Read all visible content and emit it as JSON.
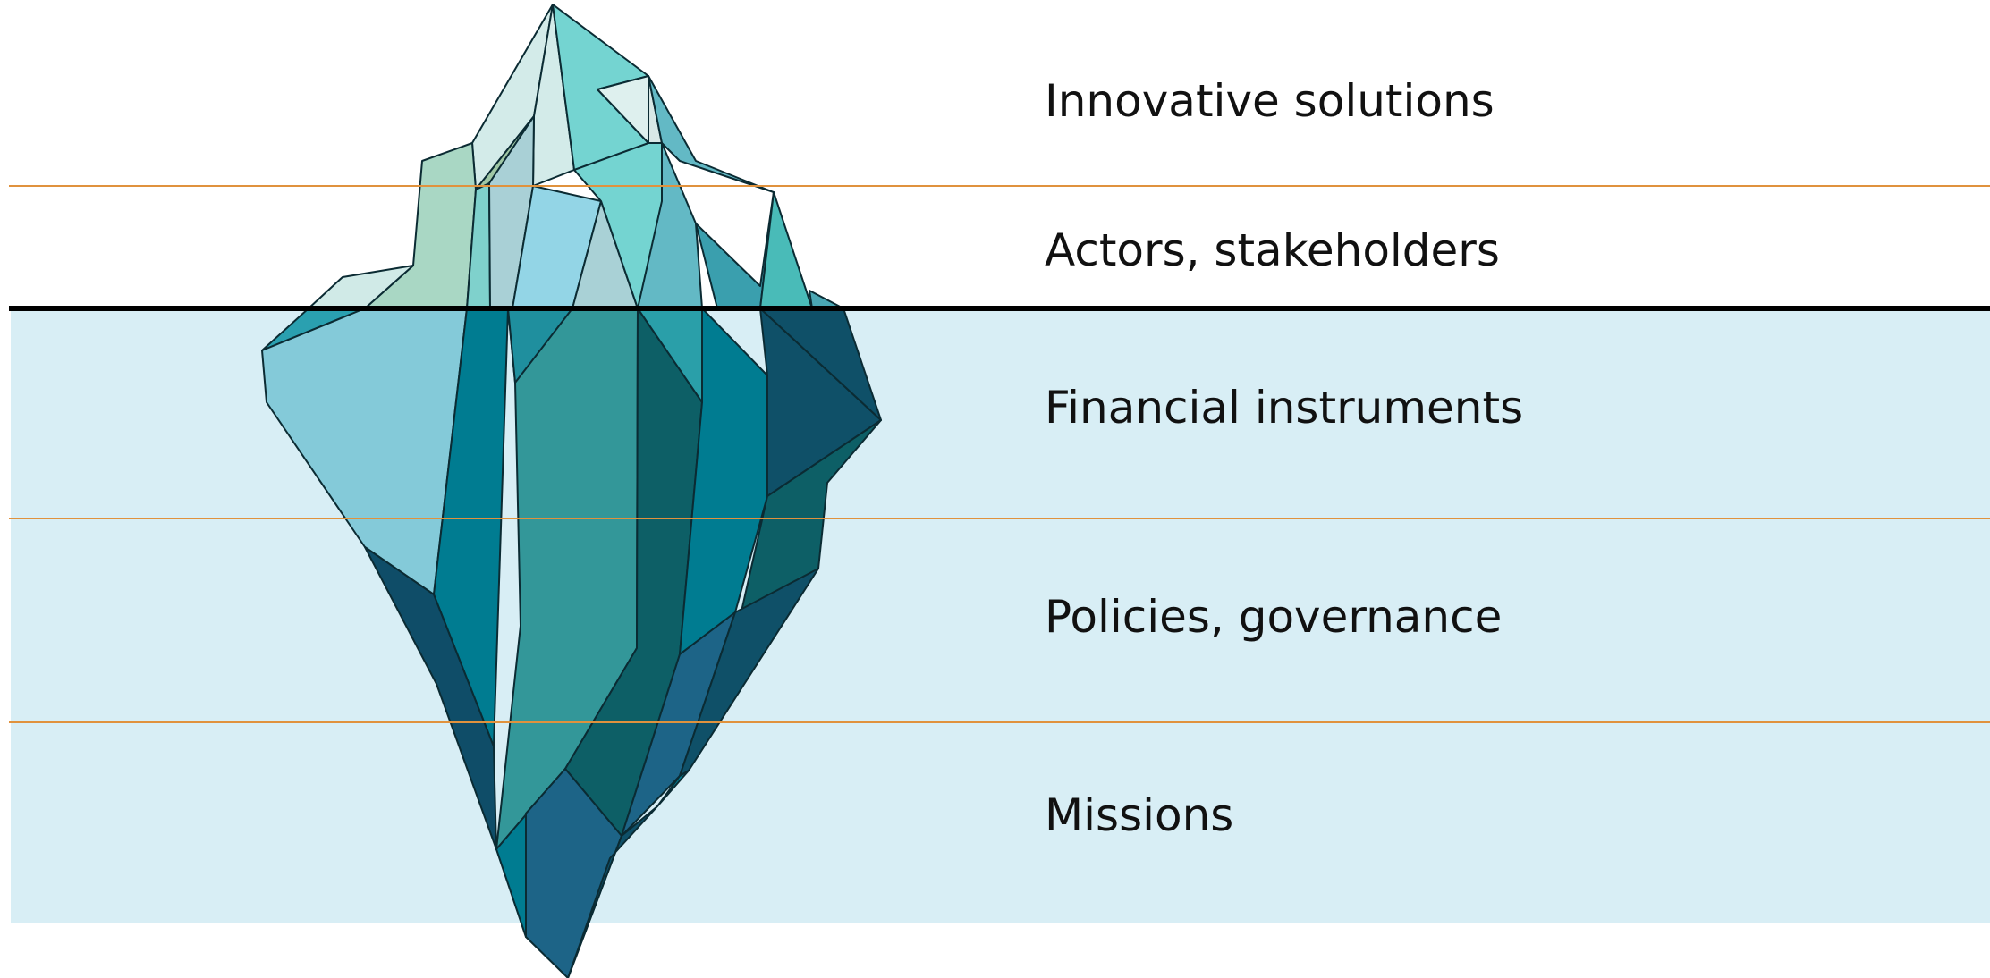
{
  "layers": [
    {
      "id": "innovative-solutions",
      "label": "Innovative solutions"
    },
    {
      "id": "actors-stakeholders",
      "label": "Actors, stakeholders"
    },
    {
      "id": "financial-instruments",
      "label": "Financial instruments"
    },
    {
      "id": "policies-governance",
      "label": "Policies, governance"
    },
    {
      "id": "missions",
      "label": "Missions"
    }
  ],
  "colors": {
    "water": "#d8eef5",
    "waterline": "#000000",
    "divider": "#e0923d",
    "outline": "#0b2b33"
  }
}
